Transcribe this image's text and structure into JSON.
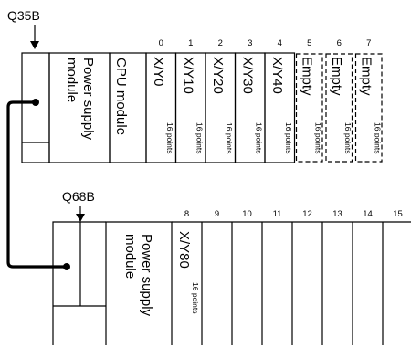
{
  "base_unit_top": {
    "model": "Q35B",
    "power_label": [
      "Power supply",
      "module"
    ],
    "cpu_label": "CPU module",
    "slot_numbers": [
      "0",
      "1",
      "2",
      "3",
      "4",
      "5",
      "6",
      "7"
    ],
    "slots": [
      {
        "name": "X/Y0",
        "points": "16 points"
      },
      {
        "name": "X/Y10",
        "points": "16 points"
      },
      {
        "name": "X/Y20",
        "points": "16 points"
      },
      {
        "name": "X/Y30",
        "points": "16 points"
      },
      {
        "name": "X/Y40",
        "points": "16 points"
      },
      {
        "name": "Empty",
        "points": "16 points"
      },
      {
        "name": "Empty",
        "points": "16 points"
      },
      {
        "name": "Empty",
        "points": "16 points"
      }
    ]
  },
  "base_unit_bottom": {
    "model": "Q68B",
    "power_label": [
      "Power supply",
      "module"
    ],
    "slot_numbers": [
      "8",
      "9",
      "10",
      "11",
      "12",
      "13",
      "14",
      "15"
    ],
    "slots": [
      {
        "name": "X/Y80",
        "points": "16 points"
      }
    ]
  },
  "colors": {
    "line": "#000000",
    "background": "#ffffff"
  }
}
